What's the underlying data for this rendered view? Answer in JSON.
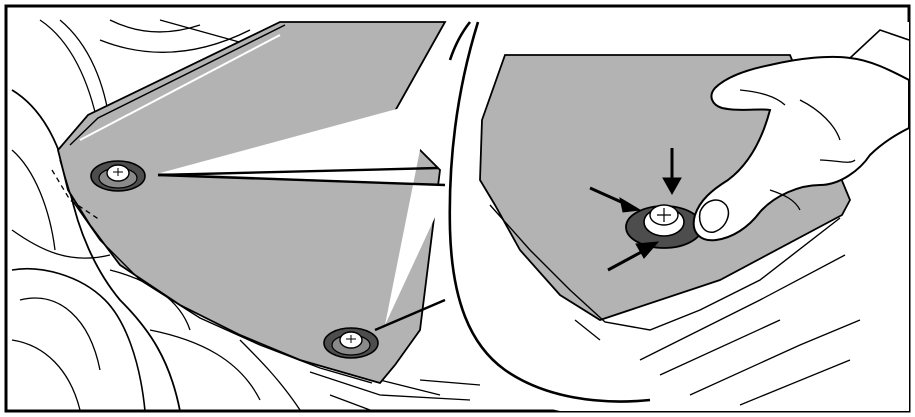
{
  "illustration": {
    "subject": "floor-mat-fastener-removal",
    "colors": {
      "outline": "#000000",
      "background": "#ffffff",
      "mat_fill": "#b3b3b3",
      "washer_fill": "#4d4d4d",
      "fastener_fill": "#ffffff"
    },
    "arrow_count": 3,
    "fastener_count": 2
  }
}
